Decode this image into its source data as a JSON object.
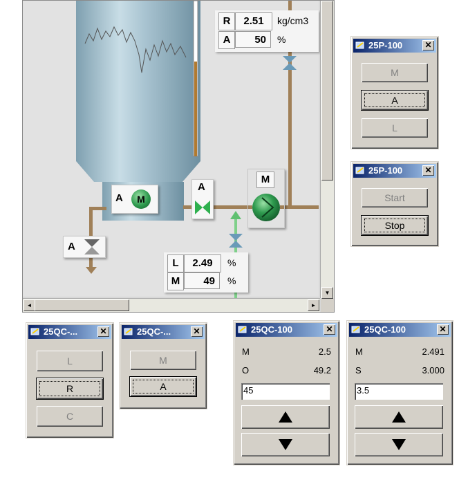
{
  "hmi": {
    "density_readout": {
      "r_label": "R",
      "r_value": "2.51",
      "r_unit": "kg/cm3",
      "a_label": "A",
      "a_value": "50",
      "a_unit": "%"
    },
    "level_readout": {
      "l_label": "L",
      "l_value": "2.49",
      "l_unit": "%",
      "m_label": "M",
      "m_value": "49",
      "m_unit": "%"
    },
    "agitator": {
      "mode": "A",
      "motor": "M"
    },
    "pump": {
      "mode": "M"
    },
    "inlet_valve": {
      "mode": "A"
    },
    "drain_valve": {
      "mode": "A"
    },
    "scroll_left": "◄",
    "scroll_right": "►",
    "scroll_down": "▼"
  },
  "fp_pump_mode": {
    "title": "25P-100",
    "buttons": [
      "M",
      "A",
      "L"
    ],
    "selected": "A"
  },
  "fp_pump_cmd": {
    "title": "25P-100",
    "buttons": [
      "Start",
      "Stop"
    ],
    "selected": "Stop"
  },
  "fp_qc_mode1": {
    "title": "25QC-...",
    "buttons": [
      "L",
      "R",
      "C"
    ],
    "selected": "R"
  },
  "fp_qc_mode2": {
    "title": "25QC-...",
    "buttons": [
      "M",
      "A"
    ],
    "selected": "A"
  },
  "fp_qc_out": {
    "title": "25QC-100",
    "rows": [
      {
        "label": "M",
        "value": "2.5"
      },
      {
        "label": "O",
        "value": "49.2"
      }
    ],
    "input": "45"
  },
  "fp_qc_sp": {
    "title": "25QC-100",
    "rows": [
      {
        "label": "M",
        "value": "2.491"
      },
      {
        "label": "S",
        "value": "3.000"
      }
    ],
    "input": "3.5"
  },
  "close_glyph": "✕",
  "colors": {
    "titlebar": "#0a246a",
    "face": "#d4d0c8",
    "pipe": "#a08058",
    "pump": "#2e9a4e"
  }
}
